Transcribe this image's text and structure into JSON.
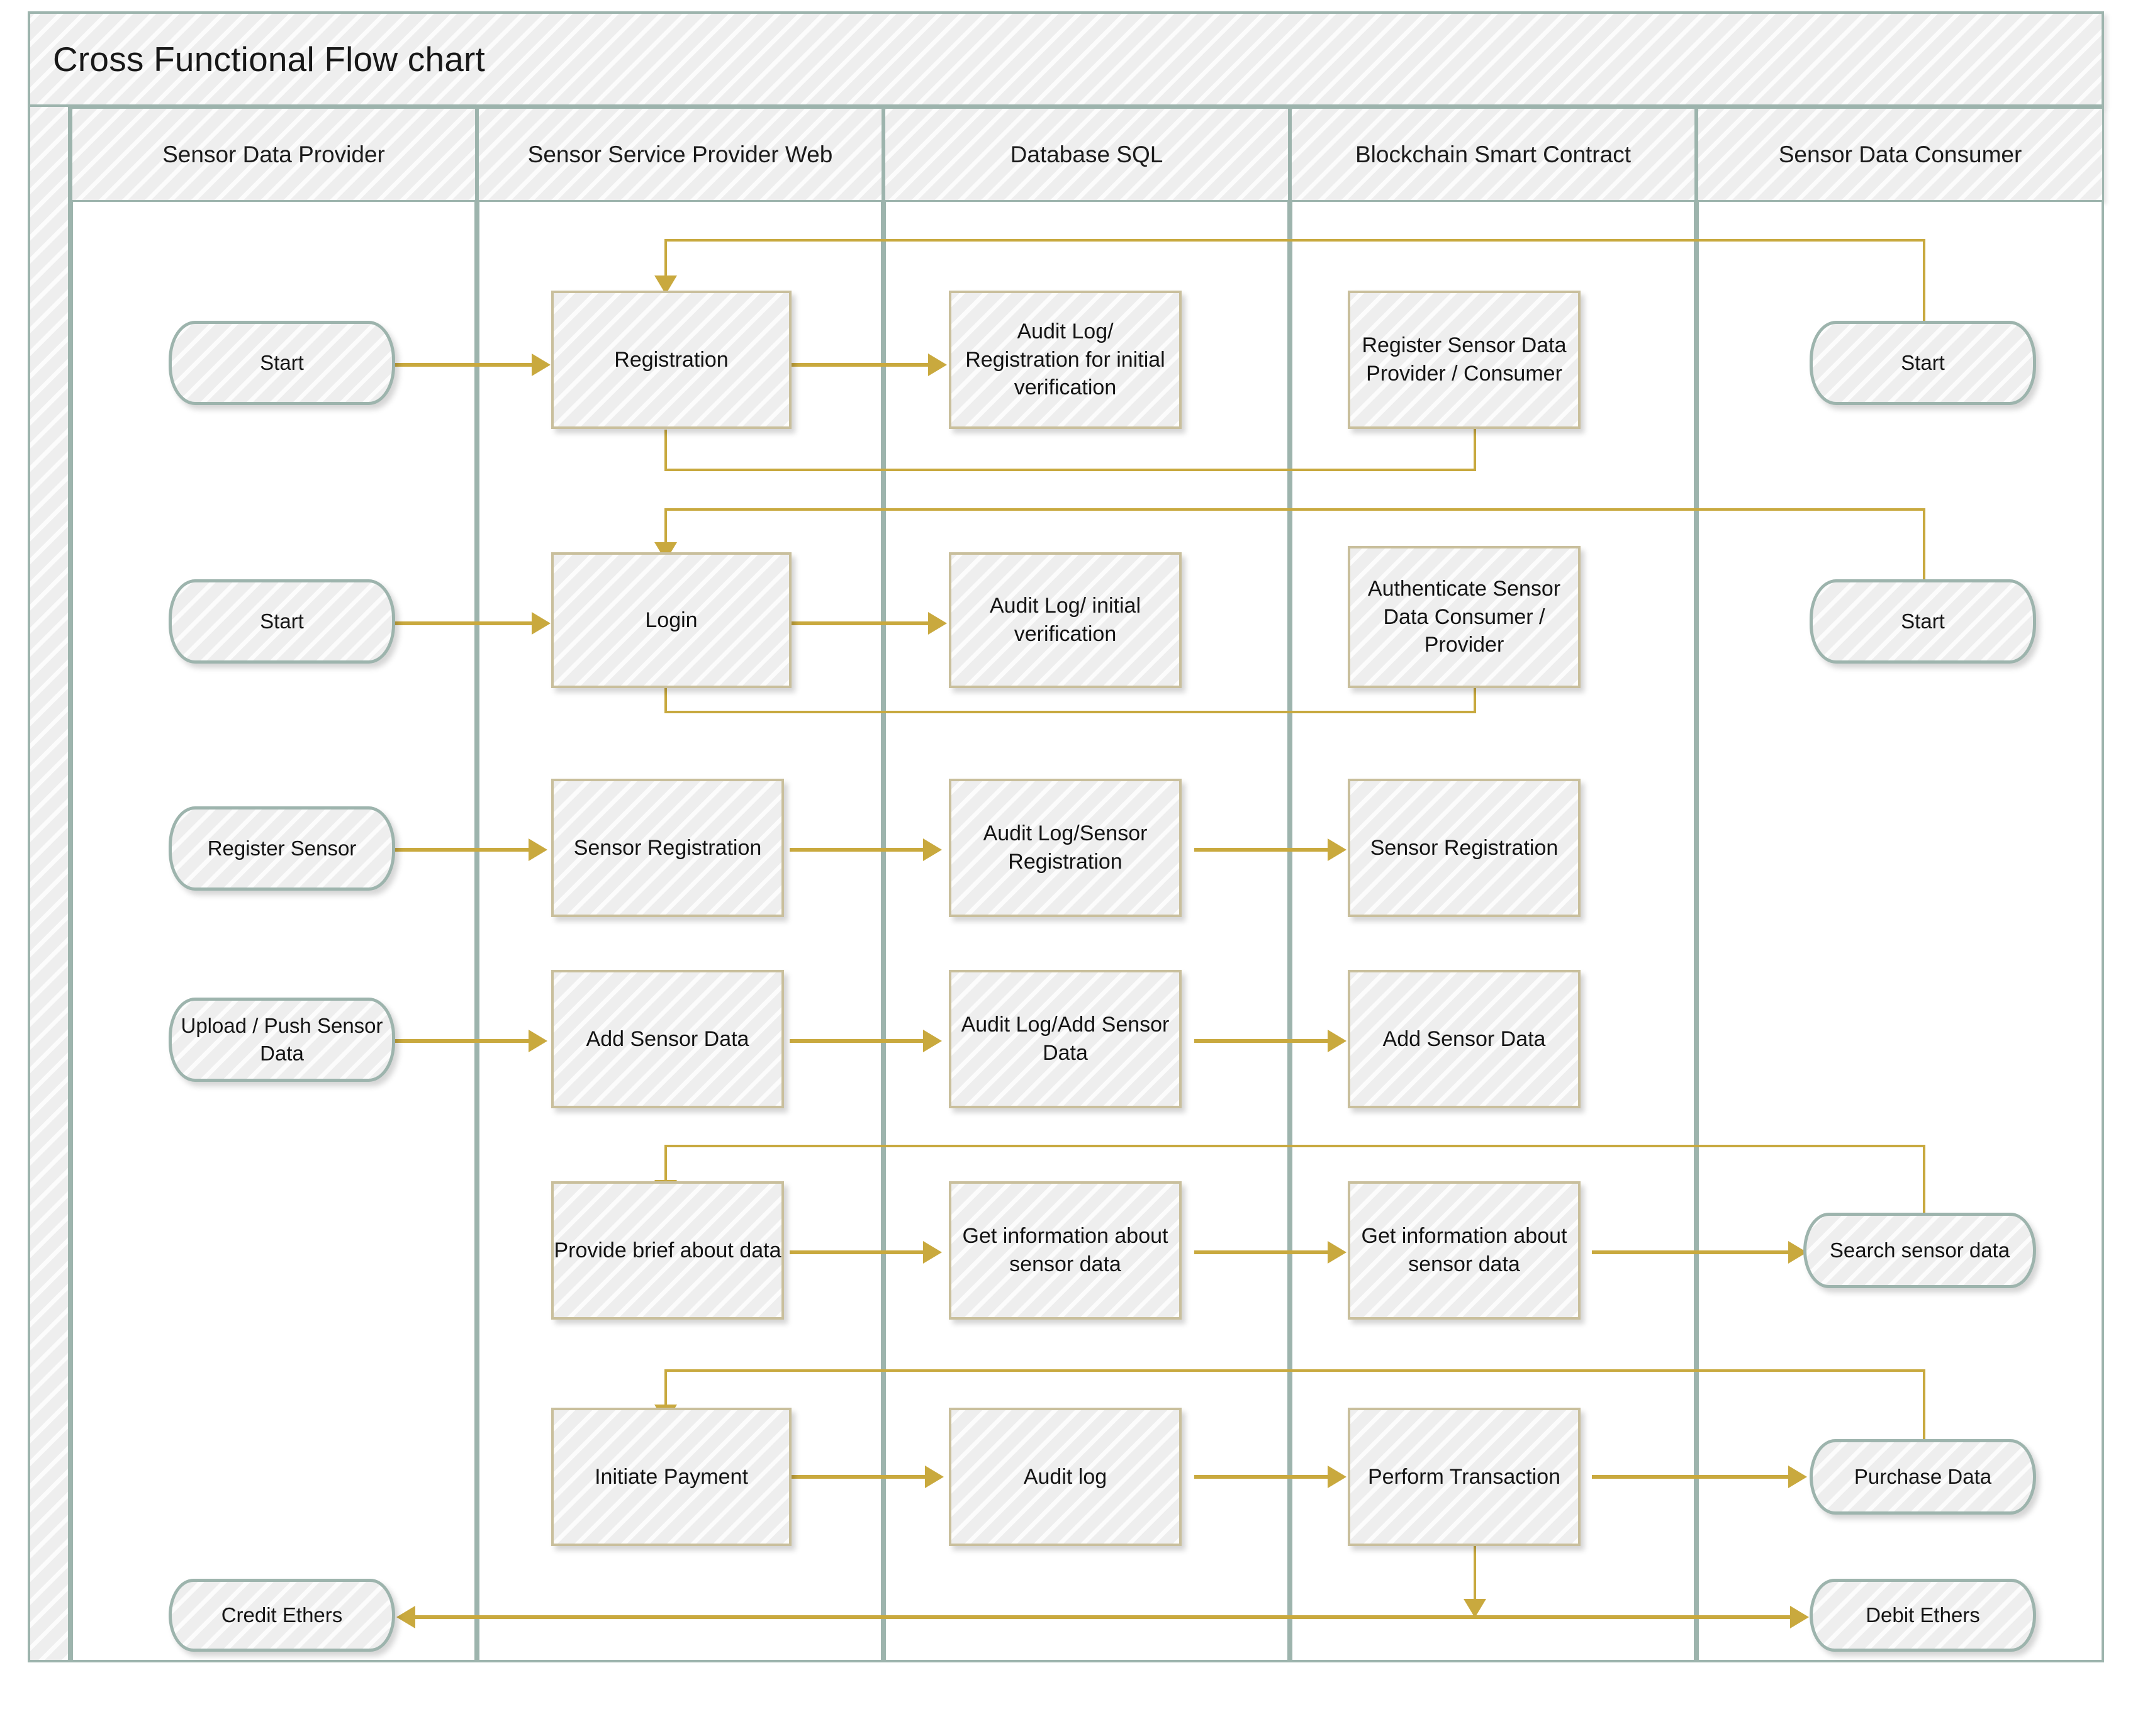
{
  "diagram": {
    "title": "Cross Functional Flow chart",
    "type": "cross-functional-flowchart",
    "lanes": [
      {
        "id": "provider",
        "label": "Sensor Data Provider"
      },
      {
        "id": "web",
        "label": "Sensor Service Provider Web"
      },
      {
        "id": "db",
        "label": "Database SQL"
      },
      {
        "id": "blockchain",
        "label": "Blockchain Smart Contract"
      },
      {
        "id": "consumer",
        "label": "Sensor Data Consumer"
      }
    ],
    "colors": {
      "lane_border": "#9db4ad",
      "lane_fill": "#eeeeee",
      "process_border": "#c9bf9c",
      "terminal_border": "#9db4ad",
      "shape_fill": "#eeeeee",
      "connector": "#c9a93e",
      "text": "#141414"
    },
    "nodes": {
      "start_provider_registration": {
        "label": "Start",
        "shape": "terminal",
        "lane": "provider"
      },
      "registration": {
        "label": "Registration",
        "shape": "process",
        "lane": "web"
      },
      "audit_registration": {
        "label": "Audit Log/ Registration for initial verification",
        "shape": "process",
        "lane": "db"
      },
      "register_provider_consumer": {
        "label": "Register Sensor Data Provider / Consumer",
        "shape": "process",
        "lane": "blockchain"
      },
      "start_consumer_registration": {
        "label": "Start",
        "shape": "terminal",
        "lane": "consumer"
      },
      "start_provider_login": {
        "label": "Start",
        "shape": "terminal",
        "lane": "provider"
      },
      "login": {
        "label": "Login",
        "shape": "process",
        "lane": "web"
      },
      "audit_login": {
        "label": "Audit Log/ initial verification",
        "shape": "process",
        "lane": "db"
      },
      "authenticate": {
        "label": "Authenticate Sensor Data Consumer / Provider",
        "shape": "process",
        "lane": "blockchain"
      },
      "start_consumer_login": {
        "label": "Start",
        "shape": "terminal",
        "lane": "consumer"
      },
      "register_sensor": {
        "label": "Register Sensor",
        "shape": "terminal",
        "lane": "provider"
      },
      "sensor_registration_web": {
        "label": "Sensor Registration",
        "shape": "process",
        "lane": "web"
      },
      "audit_sensor_registration": {
        "label": "Audit Log/Sensor Registration",
        "shape": "process",
        "lane": "db"
      },
      "sensor_registration_chain": {
        "label": "Sensor Registration",
        "shape": "process",
        "lane": "blockchain"
      },
      "upload_push": {
        "label": "Upload / Push Sensor Data",
        "shape": "terminal",
        "lane": "provider"
      },
      "add_sensor_data_web": {
        "label": "Add Sensor Data",
        "shape": "process",
        "lane": "web"
      },
      "audit_add_sensor_data": {
        "label": "Audit Log/Add Sensor Data",
        "shape": "process",
        "lane": "db"
      },
      "add_sensor_data_chain": {
        "label": "Add Sensor Data",
        "shape": "process",
        "lane": "blockchain"
      },
      "provide_brief": {
        "label": "Provide brief about data",
        "shape": "process",
        "lane": "web"
      },
      "get_info_db": {
        "label": "Get information about sensor data",
        "shape": "process",
        "lane": "db"
      },
      "get_info_chain": {
        "label": "Get information about sensor data",
        "shape": "process",
        "lane": "blockchain"
      },
      "search_sensor_data": {
        "label": "Search sensor data",
        "shape": "terminal",
        "lane": "consumer"
      },
      "initiate_payment": {
        "label": "Initiate Payment",
        "shape": "process",
        "lane": "web"
      },
      "audit_log_payment": {
        "label": "Audit log",
        "shape": "process",
        "lane": "db"
      },
      "perform_transaction": {
        "label": "Perform Transaction",
        "shape": "process",
        "lane": "blockchain"
      },
      "purchase_data": {
        "label": "Purchase Data",
        "shape": "terminal",
        "lane": "consumer"
      },
      "credit_ethers": {
        "label": "Credit Ethers",
        "shape": "terminal",
        "lane": "provider"
      },
      "debit_ethers": {
        "label": "Debit Ethers",
        "shape": "terminal",
        "lane": "consumer"
      }
    },
    "edges": [
      {
        "from": "start_provider_registration",
        "to": "registration"
      },
      {
        "from": "registration",
        "to": "audit_registration"
      },
      {
        "from": "registration",
        "to": "register_provider_consumer"
      },
      {
        "from": "start_consumer_registration",
        "to": "registration"
      },
      {
        "from": "start_provider_login",
        "to": "login"
      },
      {
        "from": "login",
        "to": "audit_login"
      },
      {
        "from": "login",
        "to": "authenticate"
      },
      {
        "from": "start_consumer_login",
        "to": "login"
      },
      {
        "from": "register_sensor",
        "to": "sensor_registration_web"
      },
      {
        "from": "sensor_registration_web",
        "to": "audit_sensor_registration"
      },
      {
        "from": "audit_sensor_registration",
        "to": "sensor_registration_chain"
      },
      {
        "from": "upload_push",
        "to": "add_sensor_data_web"
      },
      {
        "from": "add_sensor_data_web",
        "to": "audit_add_sensor_data"
      },
      {
        "from": "audit_add_sensor_data",
        "to": "add_sensor_data_chain"
      },
      {
        "from": "search_sensor_data",
        "to": "provide_brief"
      },
      {
        "from": "provide_brief",
        "to": "get_info_db"
      },
      {
        "from": "get_info_db",
        "to": "get_info_chain"
      },
      {
        "from": "get_info_chain",
        "to": "search_sensor_data"
      },
      {
        "from": "purchase_data",
        "to": "initiate_payment"
      },
      {
        "from": "initiate_payment",
        "to": "audit_log_payment"
      },
      {
        "from": "audit_log_payment",
        "to": "perform_transaction"
      },
      {
        "from": "perform_transaction",
        "to": "purchase_data"
      },
      {
        "from": "perform_transaction",
        "to": "credit_ethers"
      },
      {
        "from": "perform_transaction",
        "to": "debit_ethers"
      }
    ]
  }
}
